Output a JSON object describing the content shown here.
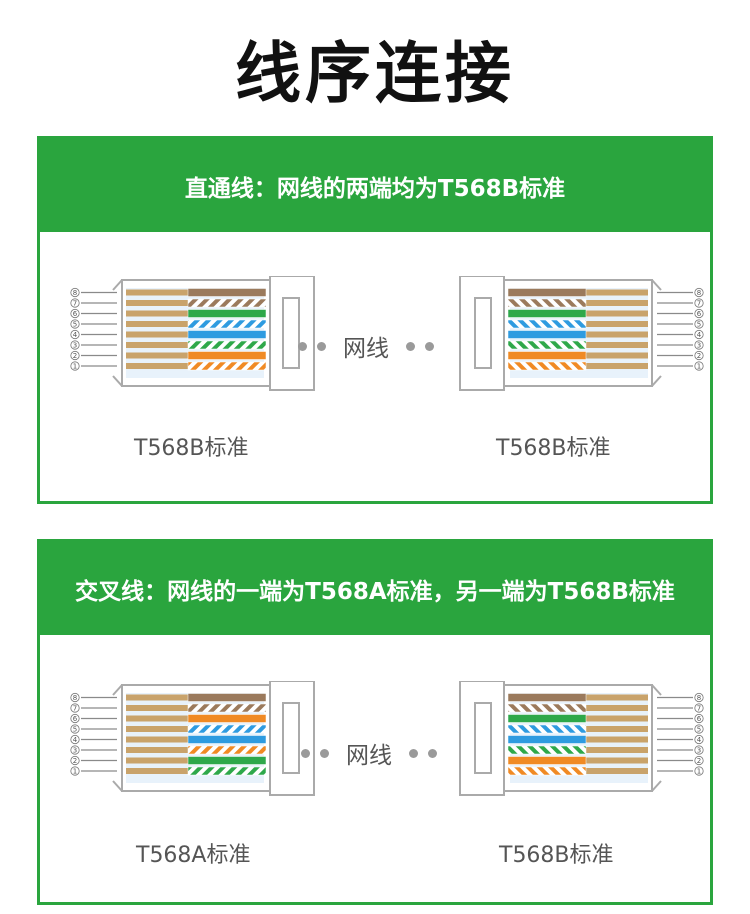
{
  "title": "线序连接",
  "panels": [
    {
      "heading": "直通线：网线的两端均为T568B标准",
      "cable_label": "网线",
      "left_caption": "T568B标准",
      "right_caption": "T568B标准",
      "left_standard": "T568B",
      "right_standard": "T568B"
    },
    {
      "heading": "交叉线：网线的一端为T568A标准，另一端为T568B标准",
      "cable_label": "网线",
      "left_caption": "T568A标准",
      "right_caption": "T568B标准",
      "left_standard": "T568A",
      "right_standard": "T568B"
    }
  ],
  "pin_numbers": [
    "1",
    "2",
    "3",
    "4",
    "5",
    "6",
    "7",
    "8"
  ],
  "wiring": {
    "T568B": [
      "white-orange",
      "orange",
      "white-green",
      "blue",
      "white-blue",
      "green",
      "white-brown",
      "brown"
    ],
    "T568A": [
      "white-green",
      "green",
      "white-orange",
      "blue",
      "white-blue",
      "orange",
      "white-brown",
      "brown"
    ]
  },
  "colors": {
    "accent": "#2aa53e",
    "orange": "#f08a24",
    "green": "#2ea84a",
    "blue": "#2e9be0",
    "brown": "#9b7a5c",
    "pin": "#c9a36b"
  }
}
